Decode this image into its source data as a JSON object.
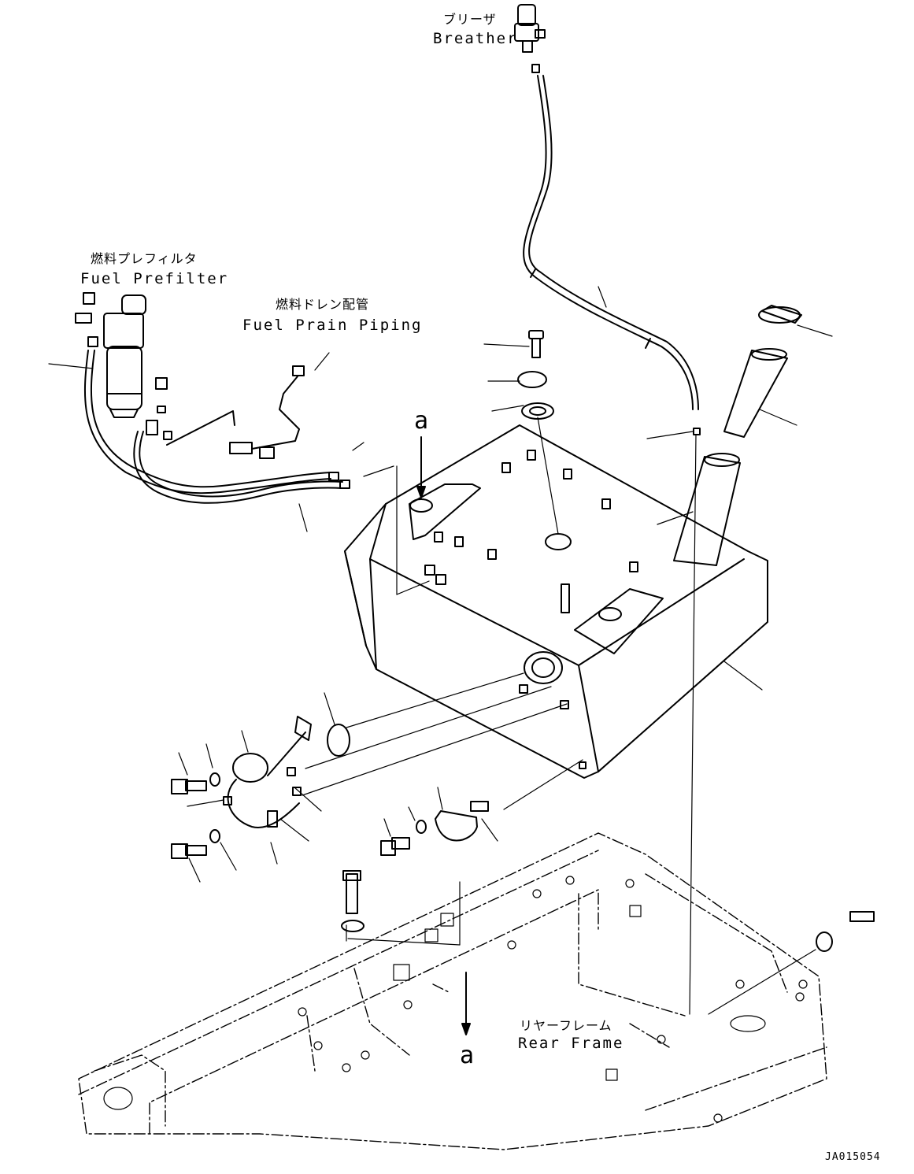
{
  "labels": {
    "breather_jp": "ブリーザ",
    "breather_en": "Breather",
    "prefilter_jp": "燃料プレフィルタ",
    "prefilter_en": "Fuel Prefilter",
    "drain_jp": "燃料ドレン配管",
    "drain_en": "Fuel Prain Piping",
    "frame_jp": "リヤーフレーム",
    "frame_en": "Rear Frame",
    "view_marker_top": "a",
    "view_marker_bottom": "a",
    "drawing_code": "JA015054"
  }
}
